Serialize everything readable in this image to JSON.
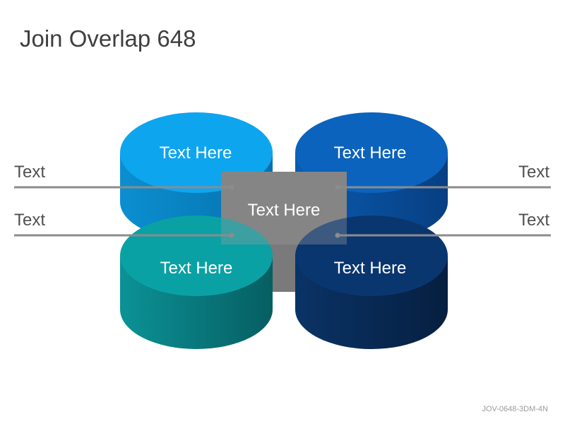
{
  "title": "Join Overlap 648",
  "code": "JOV-0648-3DM-4N",
  "center_label": "Text Here",
  "cylinders": [
    {
      "position": "top-left",
      "label": "Text Here",
      "color": "#0ea5e9"
    },
    {
      "position": "top-right",
      "label": "Text Here",
      "color": "#0b63bd"
    },
    {
      "position": "bottom-left",
      "label": "Text Here",
      "color": "#0a9ea2"
    },
    {
      "position": "bottom-right",
      "label": "Text Here",
      "color": "#0a356a"
    }
  ],
  "side_labels": {
    "top_left": "Text",
    "bottom_left": "Text",
    "top_right": "Text",
    "bottom_right": "Text"
  },
  "colors": {
    "center_box": "#7a7a7a",
    "line": "#8c8c8c"
  }
}
